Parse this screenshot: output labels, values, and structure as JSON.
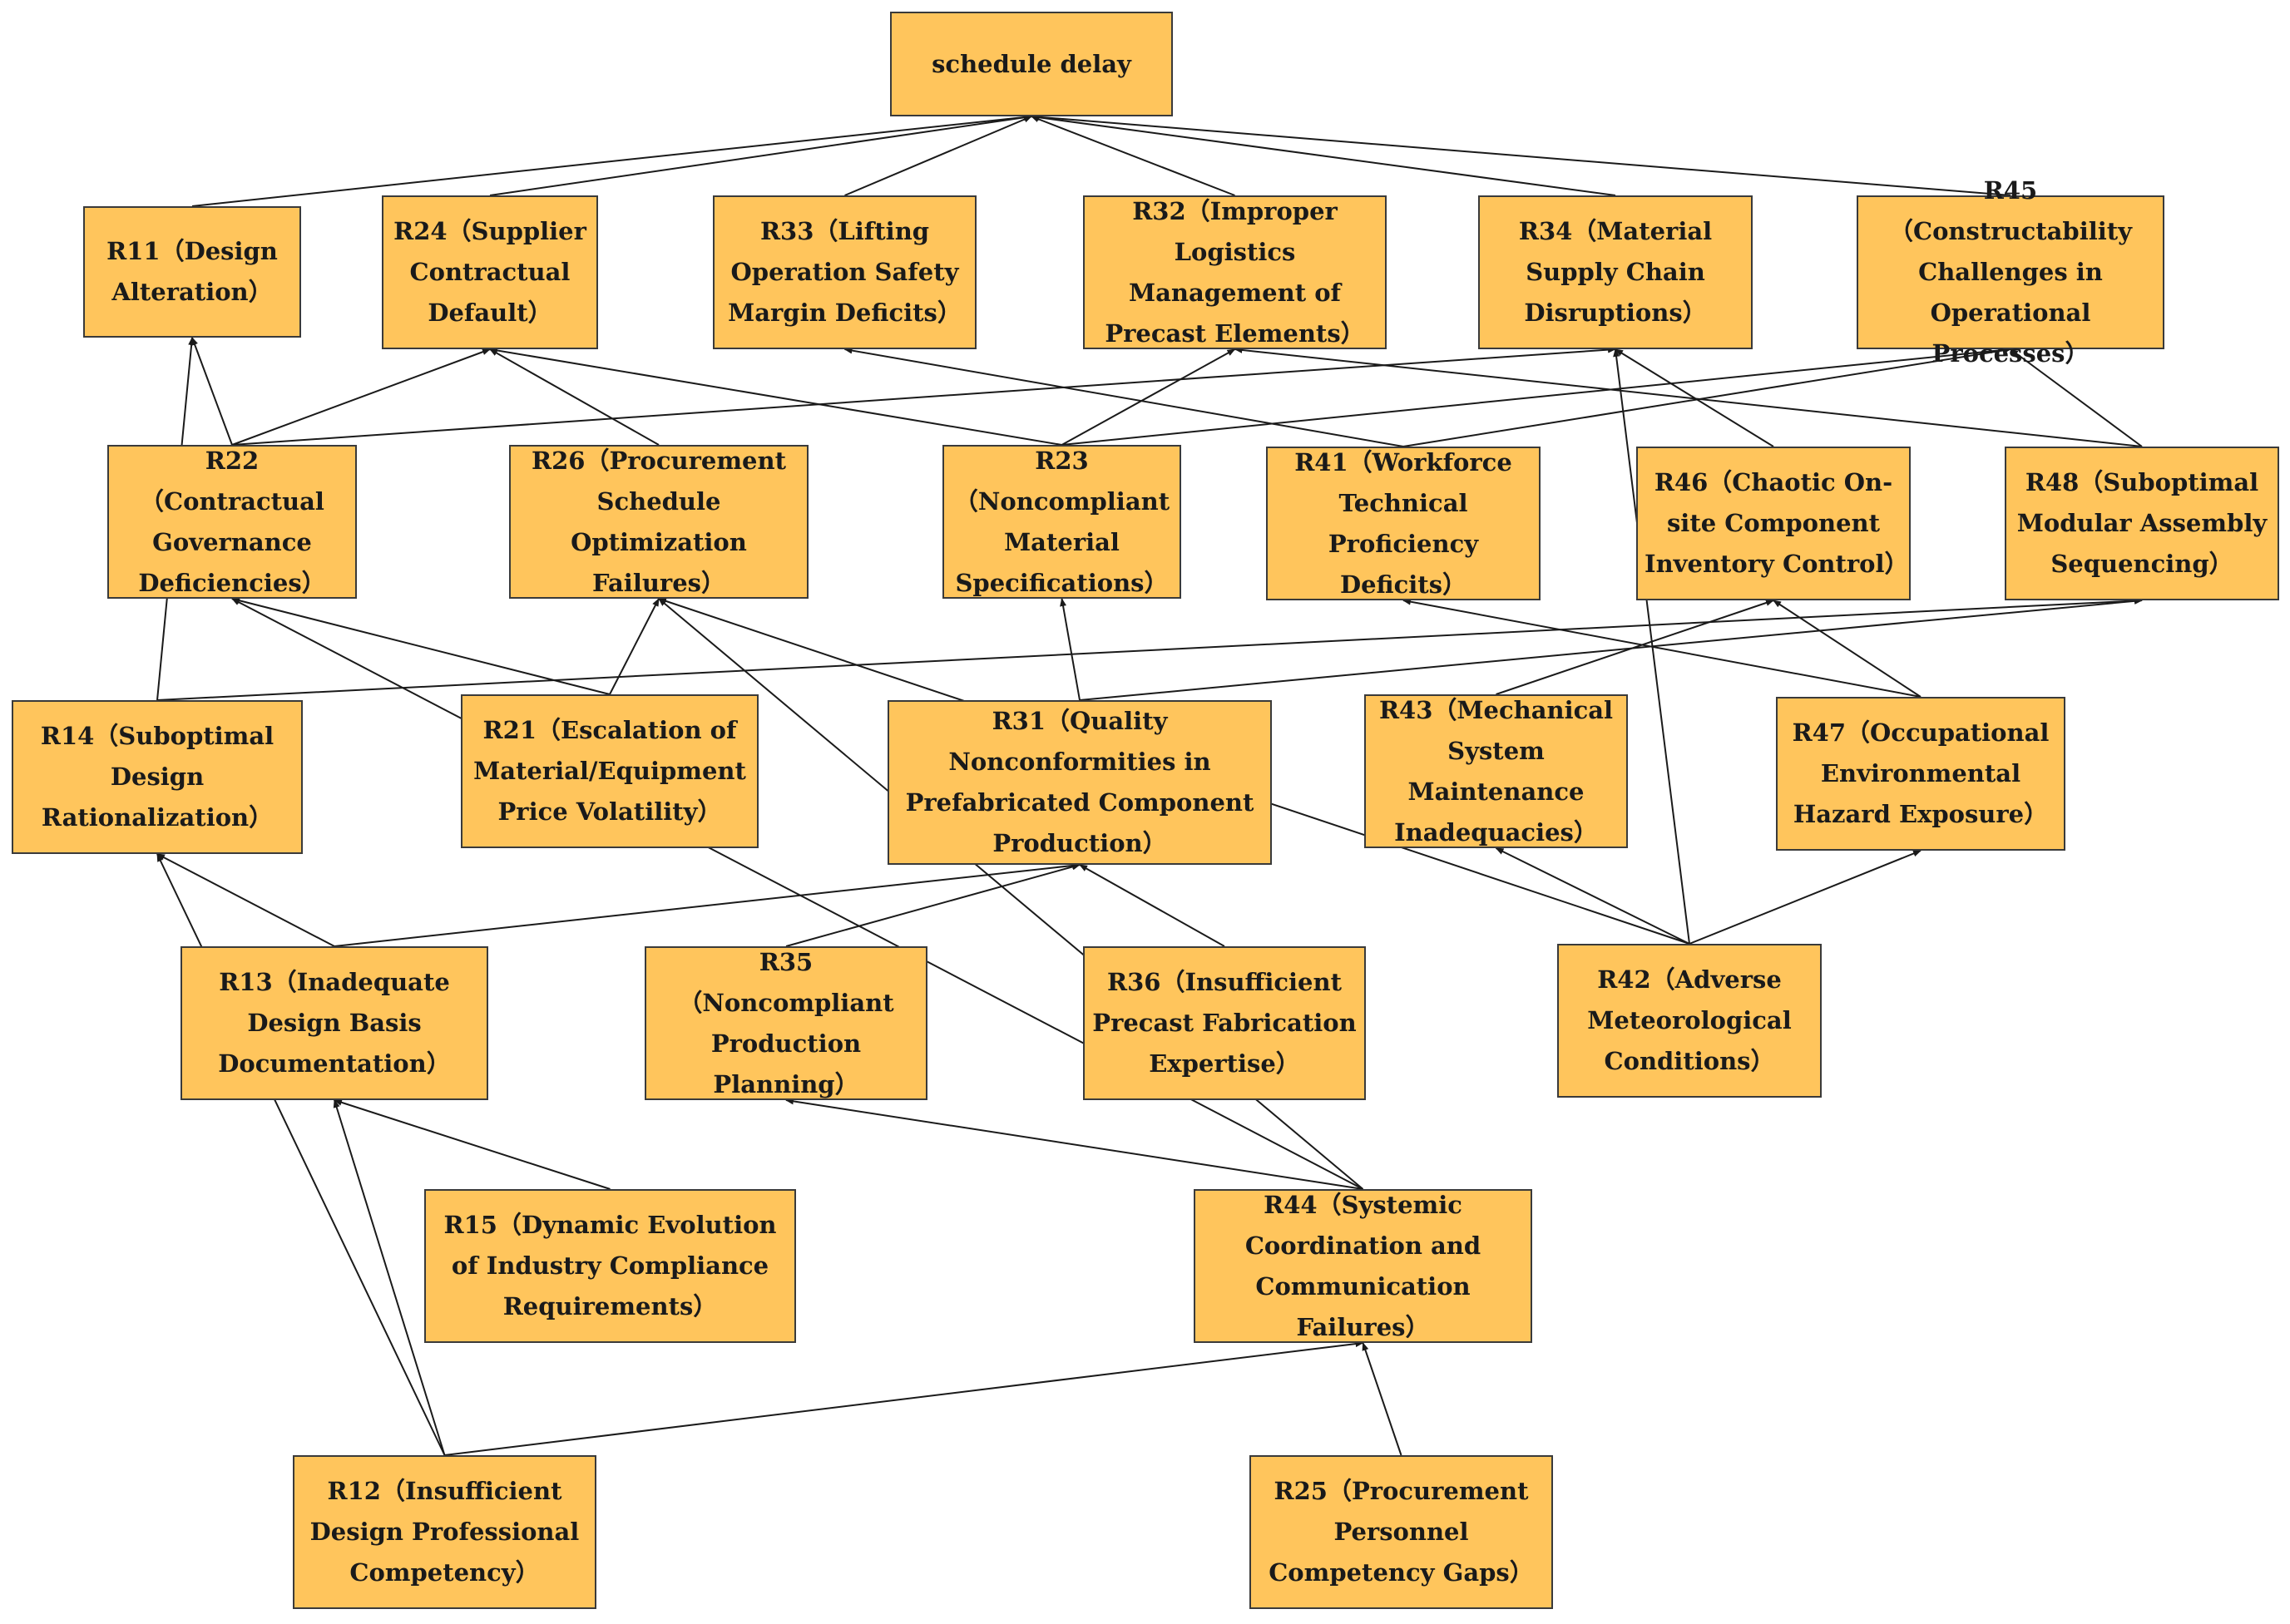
{
  "nodes": {
    "SD": {
      "label": "schedule delay"
    },
    "R11": {
      "label": "R11（Design Alteration）"
    },
    "R24": {
      "label": "R24（Supplier Contractual Default）"
    },
    "R33": {
      "label": "R33（Lifting Operation Safety Margin Deficits）"
    },
    "R32": {
      "label": "R32（Improper Logistics Management of Precast Elements）"
    },
    "R34": {
      "label": "R34（Material Supply Chain Disruptions）"
    },
    "R45": {
      "label": "R45（Constructability Challenges in Operational Processes）"
    },
    "R22": {
      "label": "R22（Contractual Governance Deficiencies）"
    },
    "R26": {
      "label": "R26（Procurement Schedule Optimization Failures）"
    },
    "R23": {
      "label": "R23（Noncompliant Material Specifications）"
    },
    "R41": {
      "label": "R41（Workforce Technical Proficiency Deficits）"
    },
    "R46": {
      "label": "R46（Chaotic On-site Component Inventory Control）"
    },
    "R48": {
      "label": "R48（Suboptimal Modular Assembly Sequencing）"
    },
    "R14": {
      "label": "R14（Suboptimal Design Rationalization）"
    },
    "R21": {
      "label": "R21（Escalation of Material/Equipment Price Volatility）"
    },
    "R31": {
      "label": "R31（Quality Nonconformities in Prefabricated Component Production）"
    },
    "R43": {
      "label": "R43（Mechanical System Maintenance Inadequacies）"
    },
    "R47": {
      "label": "R47（Occupational Environmental Hazard Exposure）"
    },
    "R13": {
      "label": "R13（Inadequate Design Basis Documentation）"
    },
    "R35": {
      "label": "R35（Noncompliant Production Planning）"
    },
    "R36": {
      "label": "R36（Insufficient Precast Fabrication Expertise）"
    },
    "R42": {
      "label": "R42（Adverse Meteorological Conditions）"
    },
    "R15": {
      "label": "R15（Dynamic Evolution of Industry Compliance Requirements）"
    },
    "R44": {
      "label": "R44（Systemic Coordination and Communication Failures）"
    },
    "R12": {
      "label": "R12（Insufficient Design Professional Competency）"
    },
    "R25": {
      "label": "R25（Procurement Personnel Competency Gaps）"
    }
  },
  "edges": [
    [
      "R11",
      "SD"
    ],
    [
      "R24",
      "SD"
    ],
    [
      "R33",
      "SD"
    ],
    [
      "R32",
      "SD"
    ],
    [
      "R34",
      "SD"
    ],
    [
      "R45",
      "SD"
    ],
    [
      "R22",
      "R11"
    ],
    [
      "R22",
      "R24"
    ],
    [
      "R22",
      "R34"
    ],
    [
      "R26",
      "R24"
    ],
    [
      "R23",
      "R24"
    ],
    [
      "R23",
      "R32"
    ],
    [
      "R23",
      "R45"
    ],
    [
      "R41",
      "R33"
    ],
    [
      "R41",
      "R45"
    ],
    [
      "R46",
      "R34"
    ],
    [
      "R48",
      "R45"
    ],
    [
      "R48",
      "R32"
    ],
    [
      "R14",
      "R11"
    ],
    [
      "R14",
      "R48"
    ],
    [
      "R21",
      "R22"
    ],
    [
      "R21",
      "R26"
    ],
    [
      "R31",
      "R23"
    ],
    [
      "R31",
      "R48"
    ],
    [
      "R43",
      "R46"
    ],
    [
      "R47",
      "R41"
    ],
    [
      "R47",
      "R46"
    ],
    [
      "R13",
      "R14"
    ],
    [
      "R13",
      "R31"
    ],
    [
      "R35",
      "R31"
    ],
    [
      "R36",
      "R31"
    ],
    [
      "R42",
      "R34"
    ],
    [
      "R42",
      "R43"
    ],
    [
      "R42",
      "R47"
    ],
    [
      "R42",
      "R26"
    ],
    [
      "R15",
      "R13"
    ],
    [
      "R44",
      "R35"
    ],
    [
      "R44",
      "R22"
    ],
    [
      "R44",
      "R26"
    ],
    [
      "R12",
      "R13"
    ],
    [
      "R12",
      "R14"
    ],
    [
      "R12",
      "R44"
    ],
    [
      "R25",
      "R44"
    ]
  ]
}
